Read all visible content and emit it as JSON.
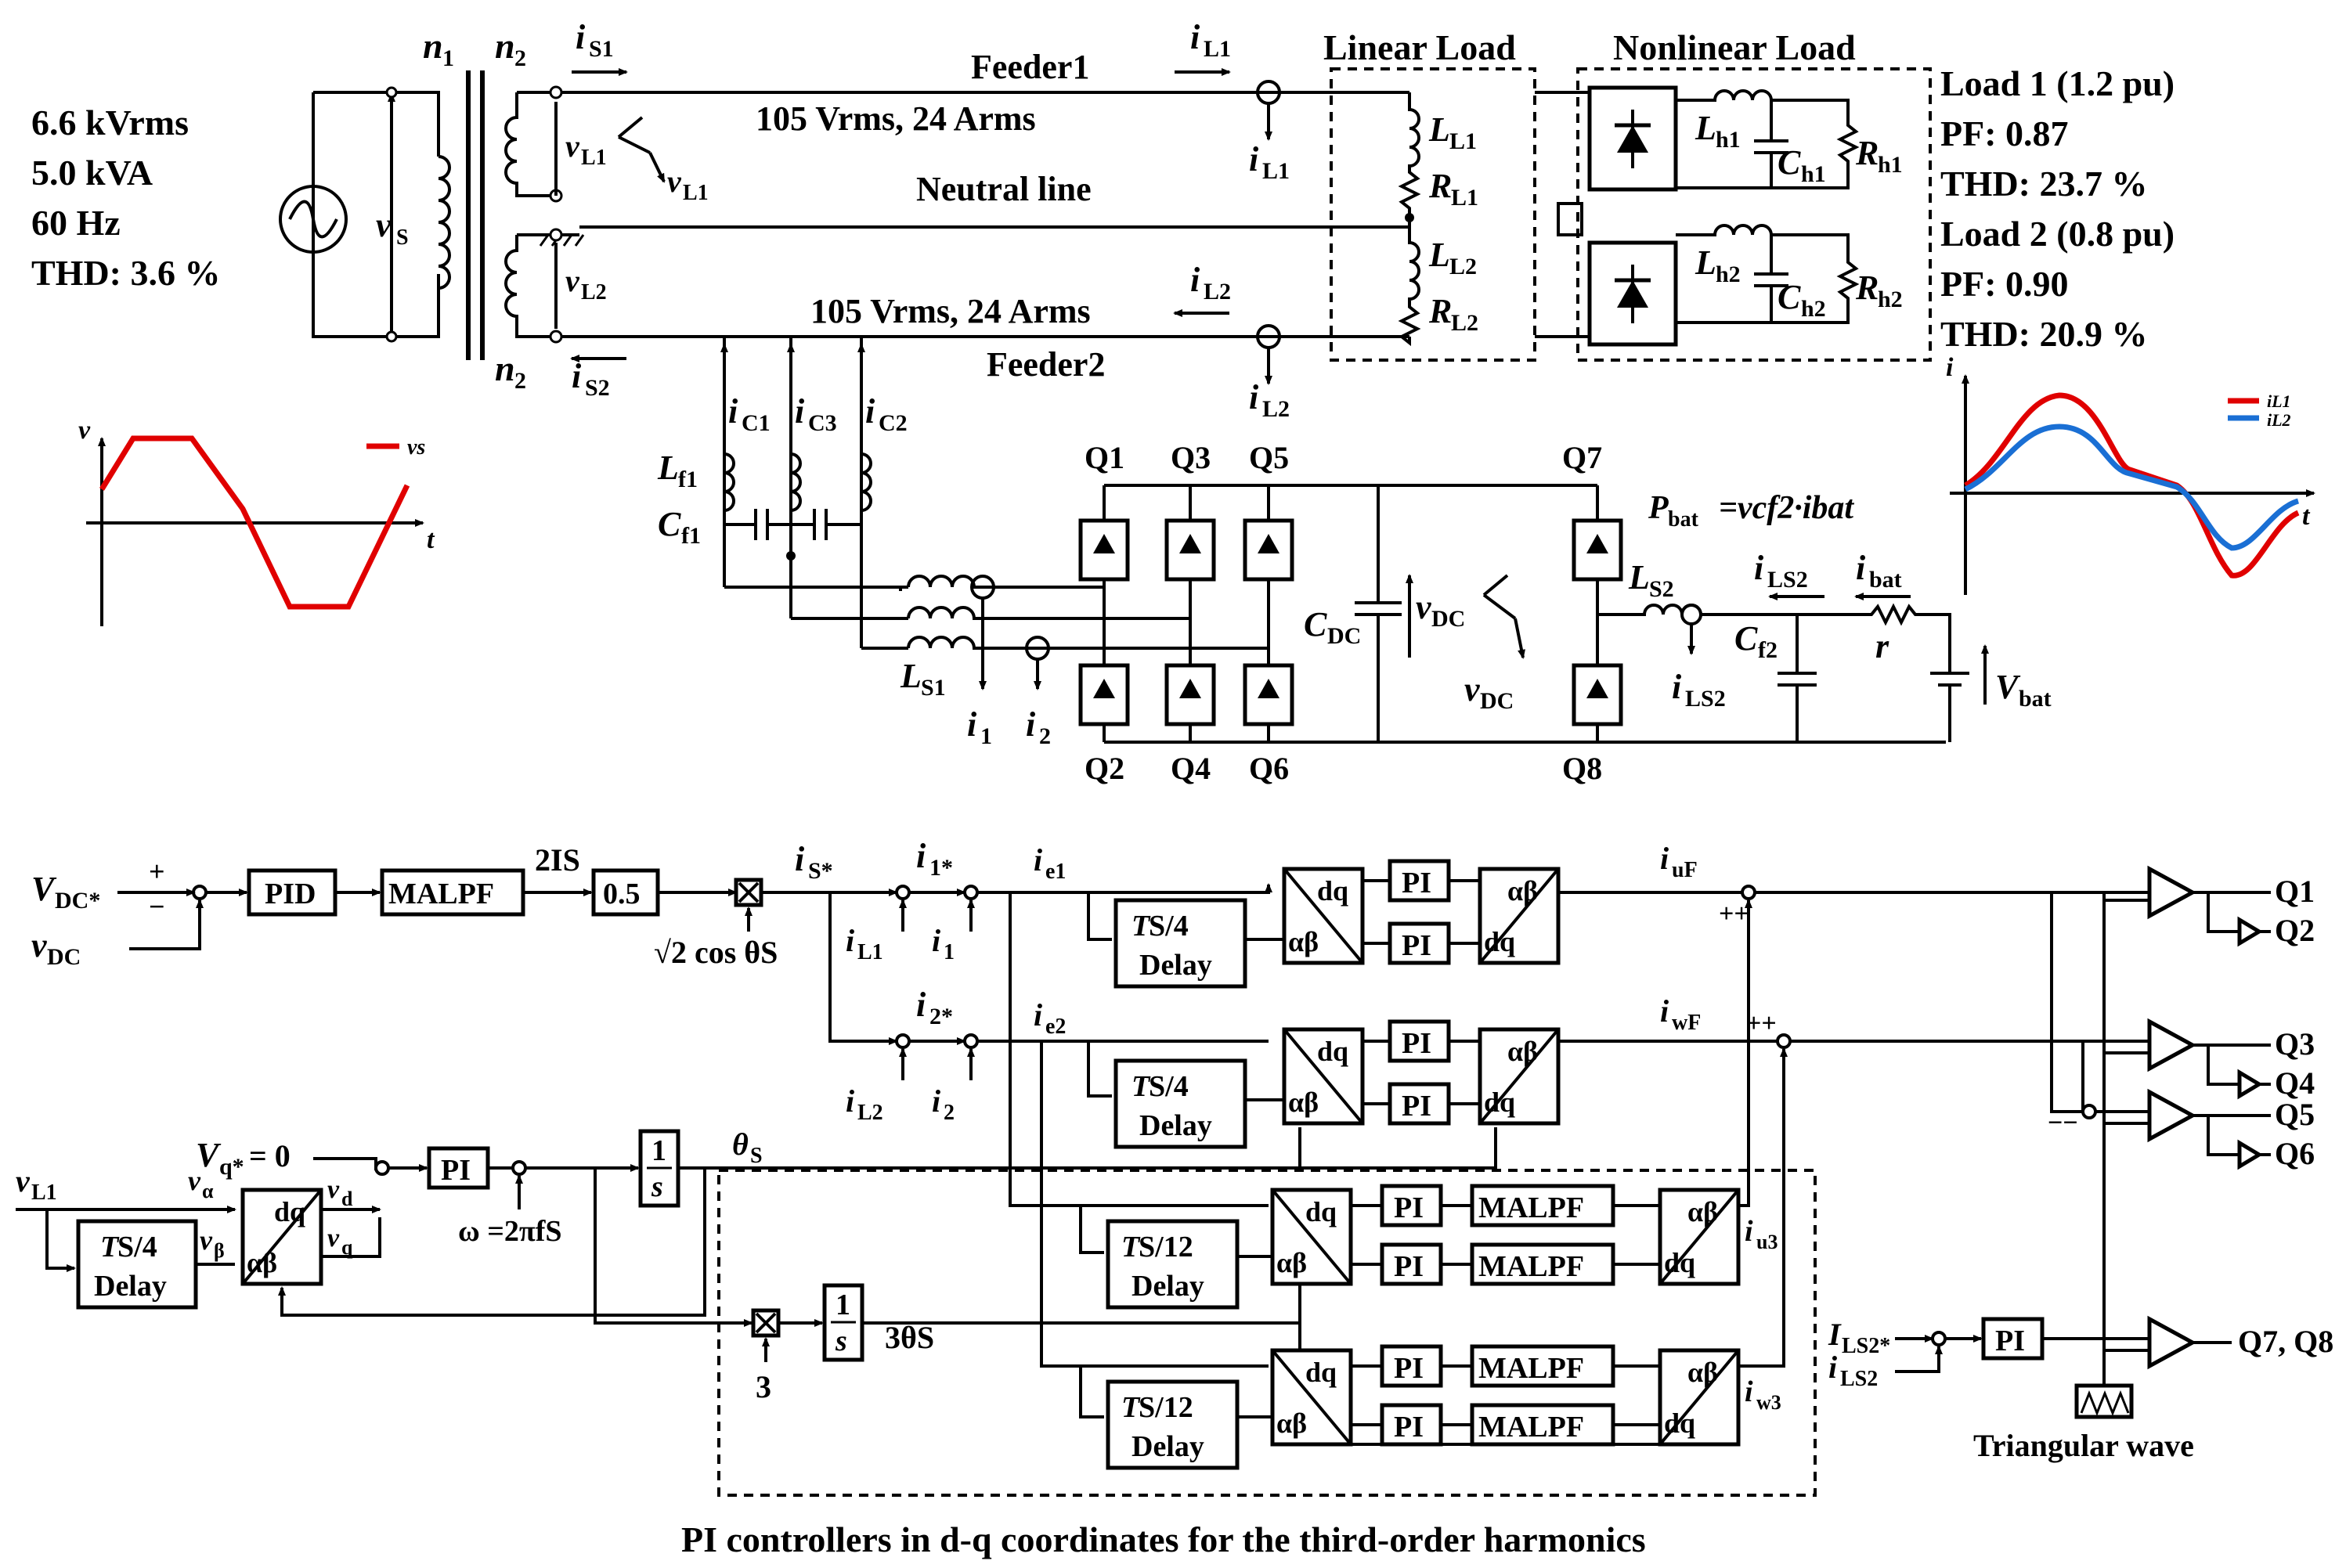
{
  "source": {
    "voltage": "6.6 kVrms",
    "power": "5.0 kVA",
    "frequency": "60 Hz",
    "thd": "THD: 3.6 %",
    "vs_label": "S"
  },
  "transformer": {
    "n1_sub": "1",
    "n2_sub": "2"
  },
  "feeders": {
    "feeder1_label": "Feeder1",
    "feeder1_rating": "105 Vrms, 24 Arms",
    "neutral_label": "Neutral line",
    "feeder2_rating": "105 Vrms, 24 Arms",
    "feeder2_label": "Feeder2"
  },
  "loads": {
    "linear_title": "Linear Load",
    "nonlinear_title": "Nonlinear Load",
    "load1": {
      "title": "Load 1 (1.2 pu)",
      "pf": "PF: 0.87",
      "thd": "THD: 23.7 %"
    },
    "load2": {
      "title": "Load 2 (0.8 pu)",
      "pf": "PF: 0.90",
      "thd": "THD: 20.9 %"
    }
  },
  "labels": {
    "L1": "L1",
    "L2": "L2",
    "S1": "S1",
    "S2": "S2",
    "h1": "h1",
    "h2": "h2",
    "C1": "C1",
    "C2": "C2",
    "C3": "C3",
    "f1": "f1",
    "f2": "f2",
    "DC": "DC",
    "LS2": "LS2",
    "one": "1",
    "two": "2"
  },
  "switches": {
    "Q1": "Q1",
    "Q2": "Q2",
    "Q3": "Q3",
    "Q4": "Q4",
    "Q5": "Q5",
    "Q6": "Q6",
    "Q7": "Q7",
    "Q8": "Q8",
    "Q78": "Q7, Q8"
  },
  "battery": {
    "p_sub": "bat",
    "p_formula": "=vcf2·ibat",
    "bat_sub": "bat"
  },
  "inset_source": {
    "legend": "vs"
  },
  "inset_load": {
    "legend_1": "iL1",
    "legend_2": "iL2"
  },
  "control": {
    "dc_ref_sub": "DC*",
    "plus": "+",
    "minus": "−",
    "plus_plus": "++",
    "minus_minus": "−−",
    "pid": "PID",
    "malpf": "MALPF",
    "two_Is": "2IS",
    "gain": "0.5",
    "sqrt_cos": "√2 cos θS",
    "star_s": "S*",
    "star_1": "1*",
    "star_2": "2*",
    "e1": "e1",
    "e2": "e2",
    "ts4": "S/4",
    "ts12": "S/12",
    "delay": "Delay",
    "dq": "dq",
    "ab": "αβ",
    "pi": "PI",
    "uF": "uF",
    "wF": "wF",
    "u3": "u3",
    "w3": "w3",
    "alpha": "α",
    "beta": "β",
    "d": "d",
    "q": "q",
    "q_star": "q*",
    "eq_zero": "= 0",
    "omega": "ω =2πfS",
    "one": "1",
    "S": "S",
    "three": "3",
    "three_theta": "3θS",
    "ls2_star": "LS2*",
    "triangular_wave": "Triangular wave",
    "caption": "PI controllers in d-q coordinates for the third-order harmonics"
  }
}
